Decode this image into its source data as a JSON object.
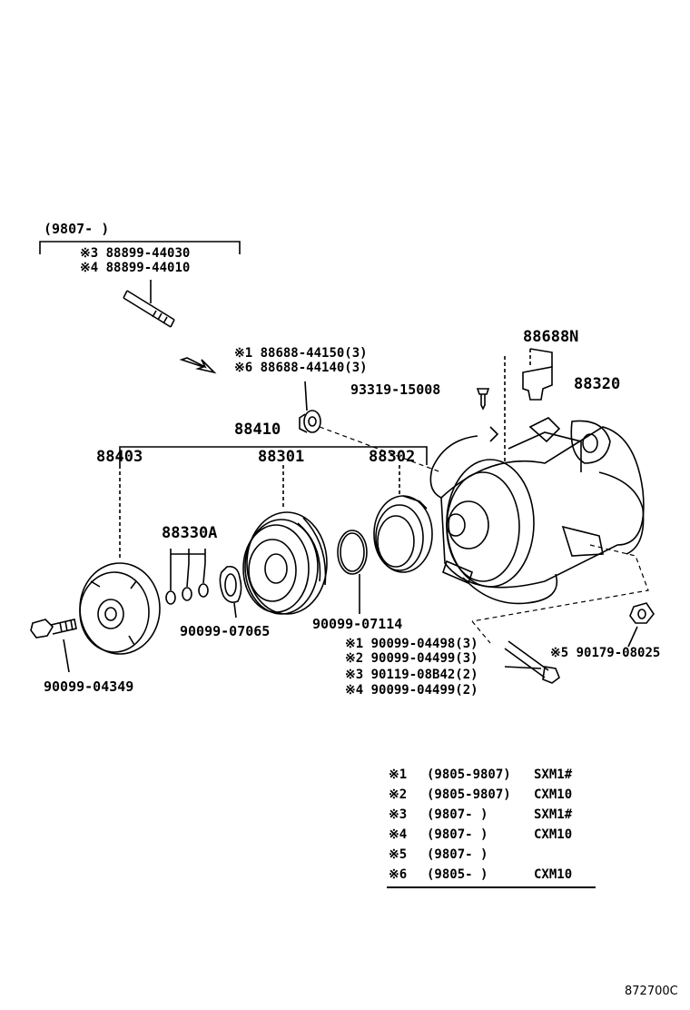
{
  "top_bracket": {
    "range": "(9807-        )",
    "items": [
      "※3 88899-44030",
      "※4 88899-44010"
    ]
  },
  "labels": {
    "p88688": [
      "※1 88688-44150(3)",
      "※6 88688-44140(3)"
    ],
    "p88688N": "88688N",
    "p93319": "93319-15008",
    "p88320": "88320",
    "p88410": "88410",
    "p88403": "88403",
    "p88301": "88301",
    "p88302": "88302",
    "p88330A": "88330A",
    "p90099_07065": "90099-07065",
    "p90099_07114": "90099-07114",
    "p90099_04349": "90099-04349",
    "bolts": [
      "※1 90099-04498(3)",
      "※2 90099-04499(3)",
      "※3 90119-08B42(2)",
      "※4 90099-04499(2)"
    ],
    "p90179": "※5 90179-08025"
  },
  "notes": [
    {
      "mark": "※1",
      "range": "(9805-9807)",
      "model": "SXM1#"
    },
    {
      "mark": "※2",
      "range": "(9805-9807)",
      "model": "CXM10"
    },
    {
      "mark": "※3",
      "range": "(9807-     )",
      "model": "SXM1#"
    },
    {
      "mark": "※4",
      "range": "(9807-     )",
      "model": "CXM10"
    },
    {
      "mark": "※5",
      "range": "(9807-     )",
      "model": ""
    },
    {
      "mark": "※6",
      "range": "(9805-     )",
      "model": "CXM10"
    }
  ],
  "illustration_code": "872700C"
}
